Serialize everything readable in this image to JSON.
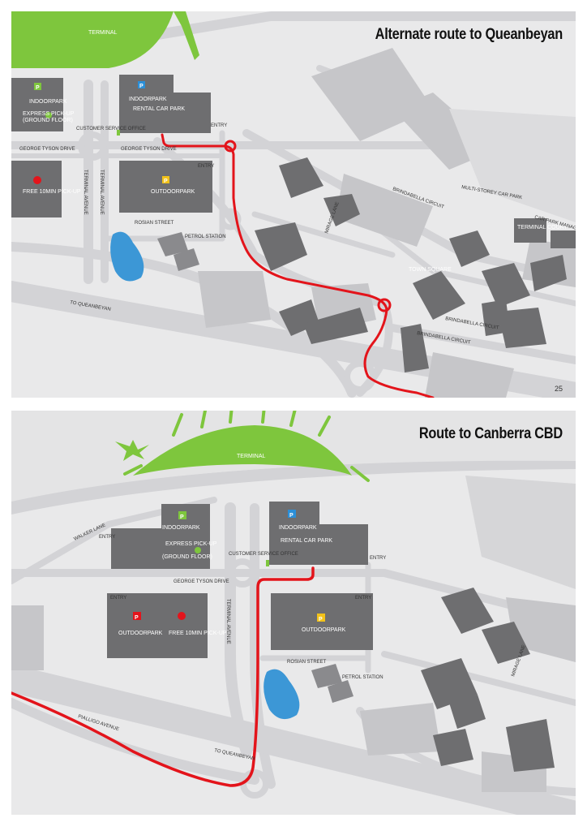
{
  "top_map": {
    "title": "Alternate route to Queanbeyan",
    "page_number": "25",
    "labels": {
      "terminal": "TERMINAL",
      "indoorpark_1": "INDOORPARK",
      "express_pickup": "EXPRESS PICK-UP",
      "express_floor": "(GROUND FLOOR)",
      "indoorpark_2": "INDOORPARK",
      "rental_car_park": "RENTAL CAR PARK",
      "customer_service": "CUSTOMER SERVICE OFFICE",
      "entry_1": "ENTRY",
      "entry_2": "ENTRY",
      "george_tyson_1": "GEORGE TYSON DRIVE",
      "george_tyson_2": "GEORGE TYSON DRIVE",
      "free_10min": "FREE 10MIN PICK-UP",
      "terminal_avenue_1": "TERMINAL AVENUE",
      "terminal_avenue_2": "TERMINAL AVENUE",
      "outdoorpark": "OUTDOORPARK",
      "rosian_street": "ROSIAN STREET",
      "petrol_station": "PETROL STATION",
      "to_queanbeyan": "TO QUEANBEYAN",
      "brindabella_circuit_1": "BRINDABELLA CIRCUIT",
      "brindabella_circuit_2": "BRINDABELLA CIRCUIT",
      "brindabella_circuit_3": "BRINDABELLA CIRCUIT",
      "multi_storey": "MULTI-STOREY CAR PARK",
      "car_park_office": "CAR PARK MANAGEMENT OFFICE",
      "town_square": "TOWN SQUARE",
      "terminal_court": "TERMINAL COURT",
      "mirage_lane": "MIRAGE LANE"
    }
  },
  "bottom_map": {
    "title": "Route to Canberra CBD",
    "labels": {
      "terminal": "TERMINAL",
      "walker_lane": "WALKER LANE",
      "indoorpark_1": "INDOORPARK",
      "express_pickup": "EXPRESS PICK-UP",
      "express_floor": "(GROUND FLOOR)",
      "entry_1": "ENTRY",
      "indoorpark_2": "INDOORPARK",
      "rental_car_park": "RENTAL CAR PARK",
      "customer_service": "CUSTOMER SERVICE OFFICE",
      "entry_2": "ENTRY",
      "george_tyson": "GEORGE TYSON DRIVE",
      "entry_3": "ENTRY",
      "outdoorpark_1": "OUTDOORPARK",
      "free_10min": "FREE 10MIN PICK-UP",
      "terminal_avenue": "TERMINAL AVENUE",
      "entry_4": "ENTRY",
      "outdoorpark_2": "OUTDOORPARK",
      "rosian_street": "ROSIAN STREET",
      "petrol_station": "PETROL STATION",
      "pialligo_avenue": "PIALLIGO AVENUE",
      "to_queanbeyan": "TO QUEANBEYAN",
      "mirage_lane": "MIRAGE LANE"
    }
  },
  "colors": {
    "background": "#e9e9ea",
    "road": "#d3d3d6",
    "building": "#6e6e70",
    "building_light": "#b9b9bc",
    "terminal": "#7ec63d",
    "water": "#3c97d6",
    "route": "#e3141b",
    "parking_indoor": "#2b8fd8",
    "parking_outdoor": "#f2c21a",
    "parking_express": "#7ec63d",
    "parking_red": "#e3141b"
  }
}
